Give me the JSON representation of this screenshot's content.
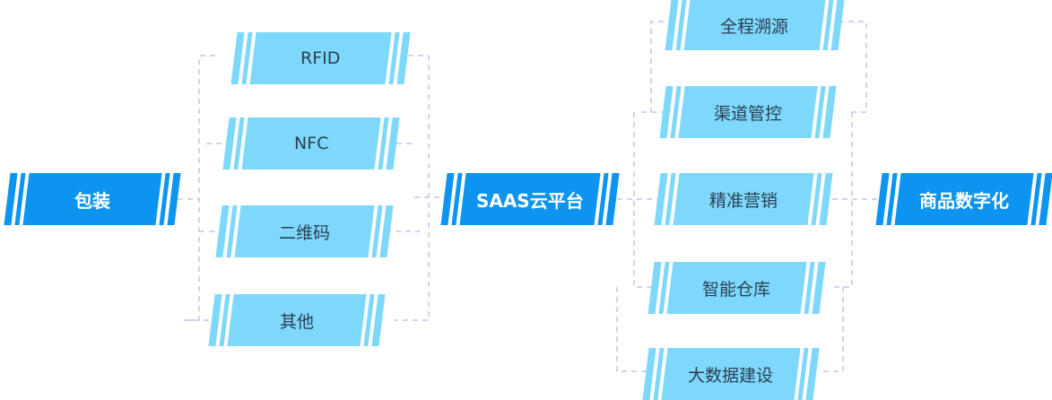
{
  "colors": {
    "hub": "#0d94f0",
    "item": "#7dd8fb",
    "connector": "#c4c6e6"
  },
  "nodes": {
    "packaging": "包装",
    "rfid": "RFID",
    "nfc": "NFC",
    "qrcode": "二维码",
    "other": "其他",
    "saas": "SAAS云平台",
    "traceability": "全程溯源",
    "channel_control": "渠道管控",
    "precision_marketing": "精准营销",
    "smart_warehouse": "智能仓库",
    "big_data": "大数据建设",
    "digitalization": "商品数字化"
  }
}
